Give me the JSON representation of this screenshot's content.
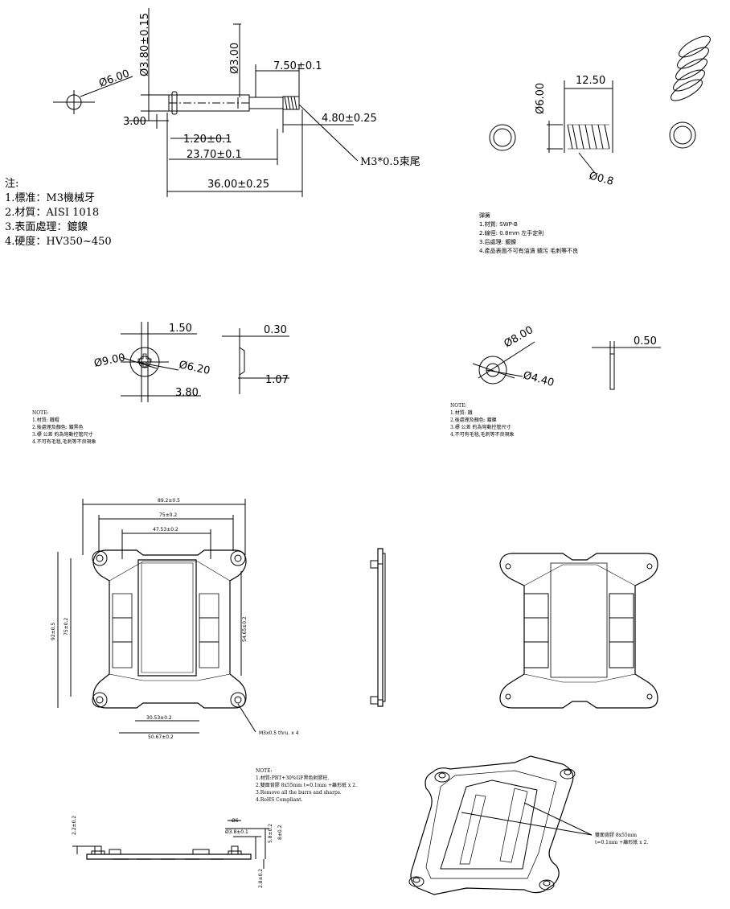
{
  "pin": {
    "dims": [
      "Ø3.80±0.15",
      "Ø6.00",
      "Ø3.00",
      "7.50±0.1",
      "3.00",
      "4.80±0.25",
      "1.20±0.1",
      "23.70±0.1",
      "36.00±0.25"
    ],
    "thread_callout": "M3*0.5束尾",
    "notes_title": "注:",
    "notes": [
      "1.標准：M3機械牙",
      "2.材質：AISI 1018",
      "3.表面處理：鍍鎳",
      "4.硬度：HV350~450"
    ]
  },
  "spring": {
    "dims": [
      "12.50",
      "Ø6.00",
      "Ø0.8"
    ],
    "notes_title": "彈簧",
    "notes": [
      "1.材質: SWP-B",
      "2.線徑: 0.8mm  左手定則",
      "3.后處理: 鍍鎳",
      "4.產品表面不可有油漬 鏽污 毛刺等不良"
    ]
  },
  "washer1": {
    "dims": [
      "1.50",
      "Ø9.00",
      "Ø6.20",
      "3.80",
      "0.30",
      "1.07"
    ],
    "notes_title": "NOTE:",
    "notes": [
      "1.材質: 鐵帽",
      "2.後處理及顏色: 鍍黑色",
      "3.標 公差 約為彎動控管尺寸",
      "4.不可有毛毯,毛刺等不良現象"
    ]
  },
  "washer2": {
    "dims": [
      "Ø8.00",
      "Ø4.40",
      "0.50"
    ],
    "notes_title": "NOTE:",
    "notes": [
      "1.材質: 鐵",
      "2.後處理及顏色: 鍍鎳",
      "3.標 公差 約為彎動控管尺寸",
      "4.不可有毛毯,毛刺等不良現象"
    ]
  },
  "bracket": {
    "dims": [
      "89.2±0.5",
      "75±0.2",
      "47.53±0.2",
      "92±0.5",
      "75±0.2",
      "54.65±0.2",
      "30.53±0.2",
      "50.67±0.2"
    ],
    "thread_callout": "M3x0.5 thru. x 4",
    "side_dims": [
      "Ø6",
      "Ø3.8±0.1",
      "2.2±0.2",
      "5.8±0.2",
      "8±0.2",
      "2.8±0.2"
    ],
    "notes_title": "NOTE:",
    "notes": [
      "1.材質:PBT+30%GF黑色射膠柱.",
      "2.雙面背膠 8x55mm t=0.1mm +離形紙 x 2.",
      "3.Remove all the burrs and sharps.",
      "4.RoHS Compliant."
    ],
    "tape_label": [
      "雙面背膠 8x55mm",
      "t=0.1mm +離形紙 x 2."
    ]
  }
}
